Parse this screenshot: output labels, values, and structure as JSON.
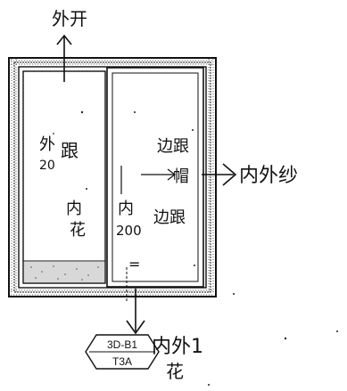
{
  "sketch": {
    "top_label": "外开",
    "left_sash": {
      "label": "外",
      "size": "20",
      "note": "跟",
      "note2": "内",
      "note3": "花"
    },
    "right_sash": {
      "label": "内",
      "size": "200",
      "note": "边跟",
      "note_mid": "帽",
      "note_bottom": "边跟",
      "equals": "="
    },
    "callout_right": "内外纱",
    "callout_bottom": "内外1",
    "callout_bottom2": "花",
    "badge": {
      "line1": "3D-B1",
      "line2": "T3A"
    },
    "ink_color": "#111111"
  }
}
